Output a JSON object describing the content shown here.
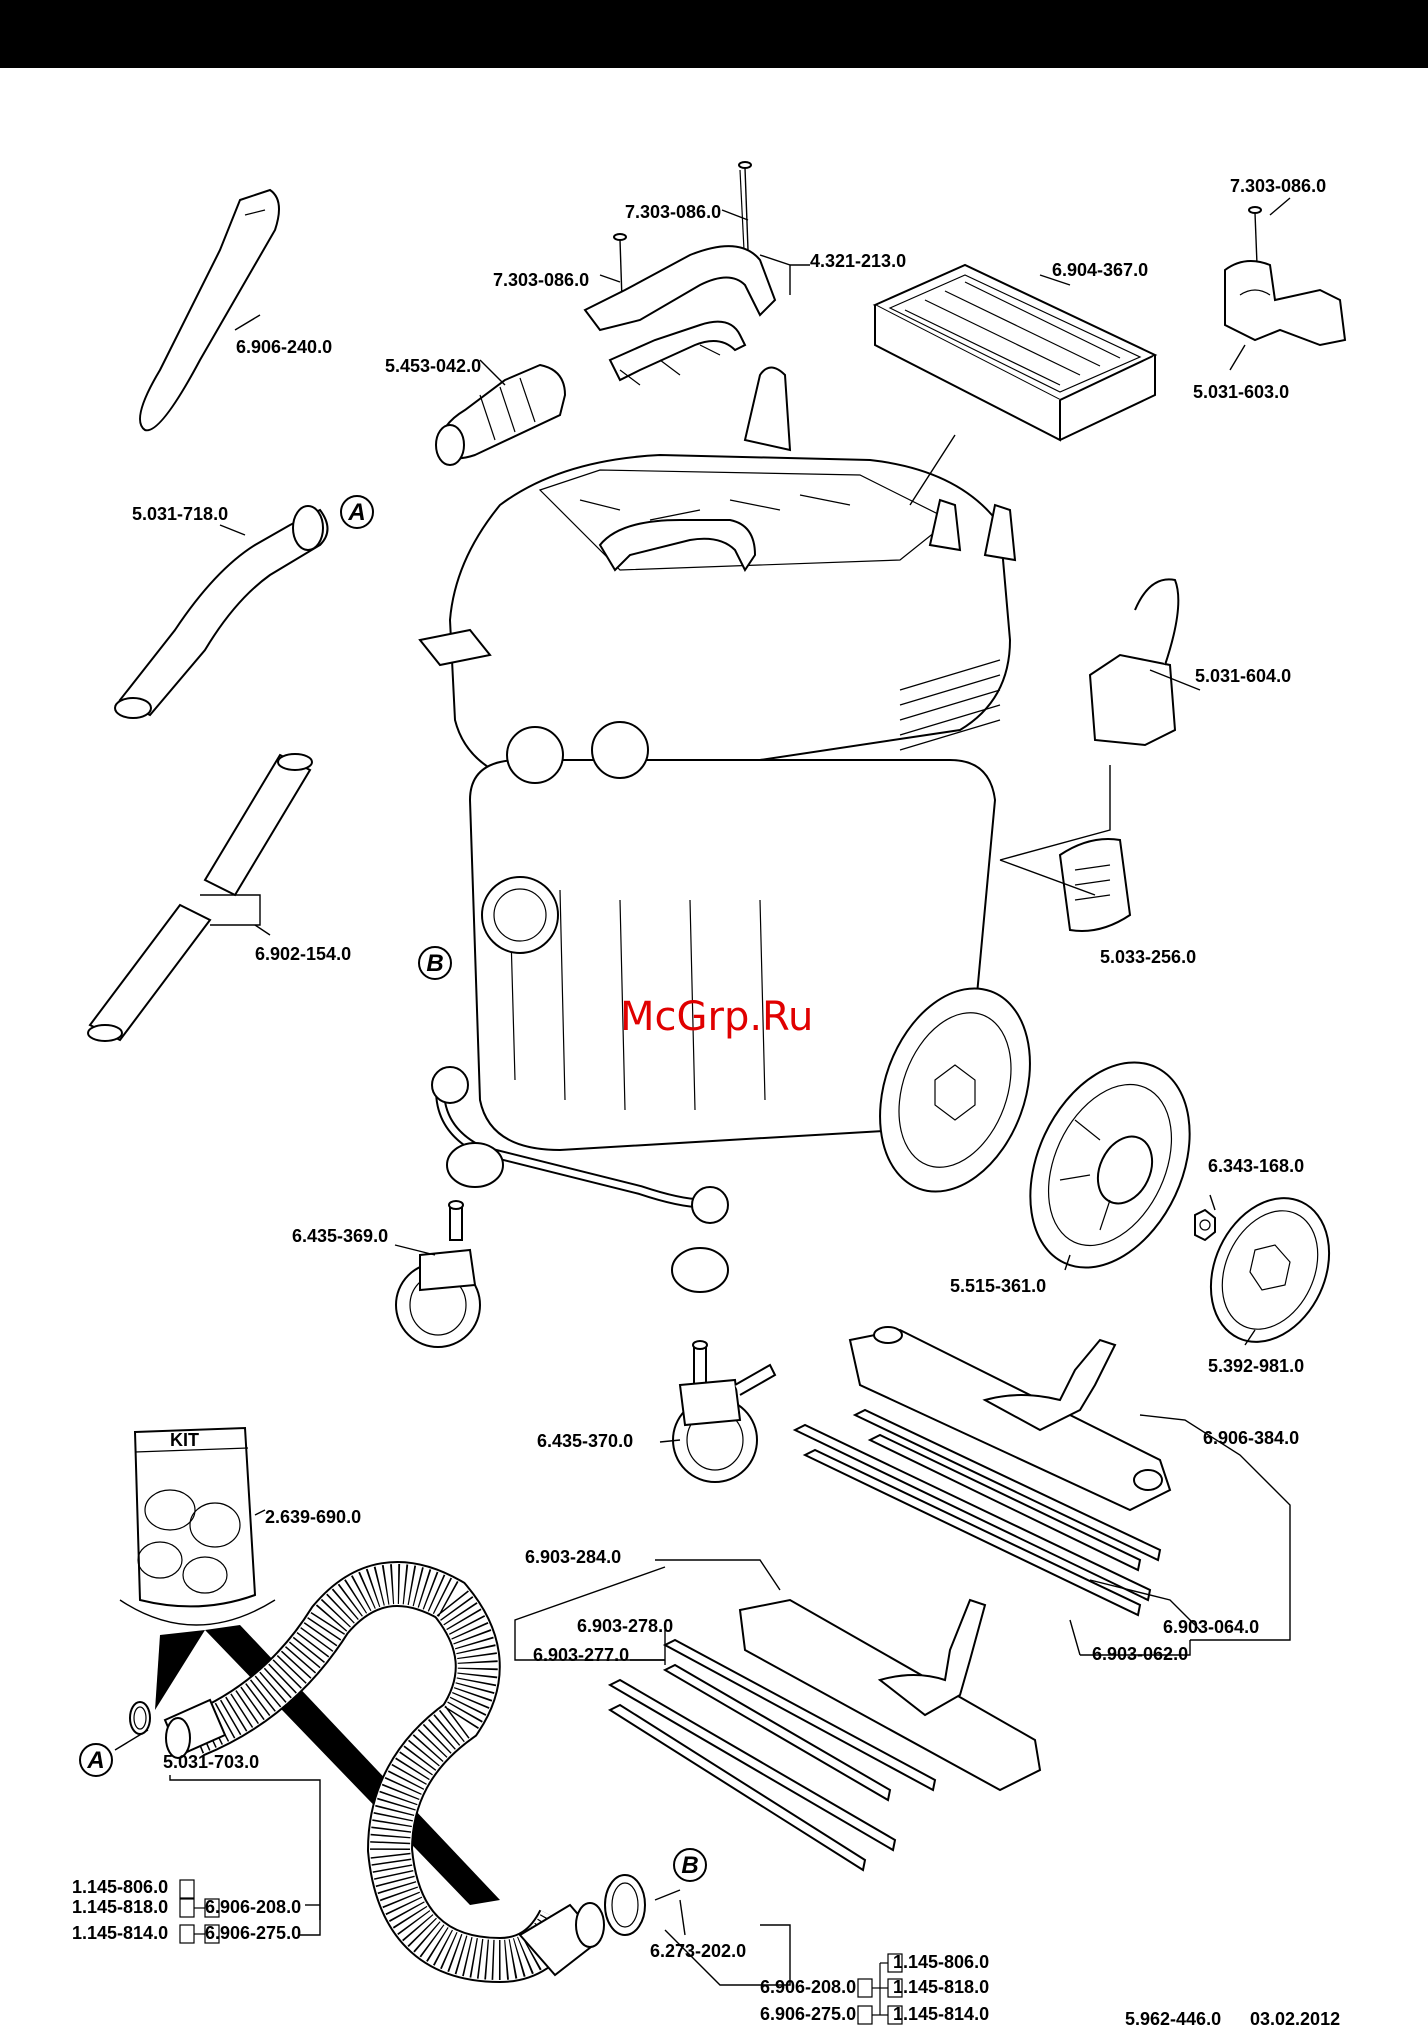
{
  "labels": {
    "p_7303_086_top": "7.303-086.0",
    "p_7303_086_left": "7.303-086.0",
    "p_7303_086_right": "7.303-086.0",
    "p_4321_213": "4.321-213.0",
    "p_6904_367": "6.904-367.0",
    "p_5031_603": "5.031-603.0",
    "p_6906_240": "6.906-240.0",
    "p_5453_042": "5.453-042.0",
    "p_5031_718": "5.031-718.0",
    "p_5031_604": "5.031-604.0",
    "p_6902_154": "6.902-154.0",
    "p_5033_256": "5.033-256.0",
    "p_6343_168": "6.343-168.0",
    "p_6435_369": "6.435-369.0",
    "p_5515_361": "5.515-361.0",
    "p_5392_981": "5.392-981.0",
    "p_6435_370": "6.435-370.0",
    "p_6906_384": "6.906-384.0",
    "p_2639_690": "2.639-690.0",
    "p_6903_284": "6.903-284.0",
    "p_6903_278": "6.903-278.0",
    "p_6903_277": "6.903-277.0",
    "p_6903_064": "6.903-064.0",
    "p_6903_062": "6.903-062.0",
    "p_5031_703": "5.031-703.0",
    "p_1145_806_l": "1.145-806.0",
    "p_1145_818_l": "1.145-818.0",
    "p_6906_208_l": "6.906-208.0",
    "p_1145_814_l": "1.145-814.0",
    "p_6906_275_l": "6.906-275.0",
    "p_6273_202": "6.273-202.0",
    "p_1145_806_r": "1.145-806.0",
    "p_6906_208_r": "6.906-208.0",
    "p_1145_818_r": "1.145-818.0",
    "p_6906_275_r": "6.906-275.0",
    "p_1145_814_r": "1.145-814.0"
  },
  "markers": {
    "a_top": "A",
    "b_main": "B",
    "a_bottom": "A",
    "b_bottom": "B"
  },
  "kit_label": "KIT",
  "watermark": "McGrp.Ru",
  "footer": {
    "doc_number": "5.962-446.0",
    "date": "03.02.2012"
  }
}
